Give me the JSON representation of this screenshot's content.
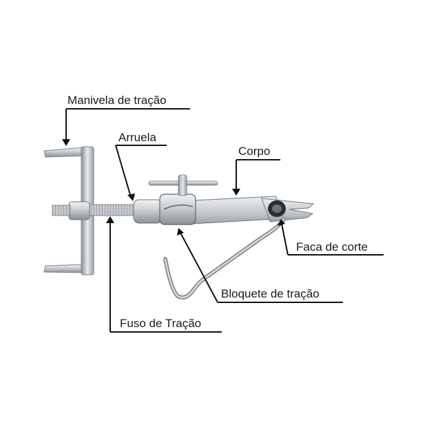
{
  "labels": {
    "manivela": "Manivela de tração",
    "arruela": "Arruela",
    "corpo": "Corpo",
    "faca": "Faca de corte",
    "bloquete": "Bloquete de tração",
    "fuso": "Fuso de Tração"
  },
  "colors": {
    "metal_light": "#e4e7ea",
    "metal_mid": "#b8bdc2",
    "metal_dark": "#7d8388",
    "leader": "#111111",
    "text": "#1a1a1a"
  }
}
